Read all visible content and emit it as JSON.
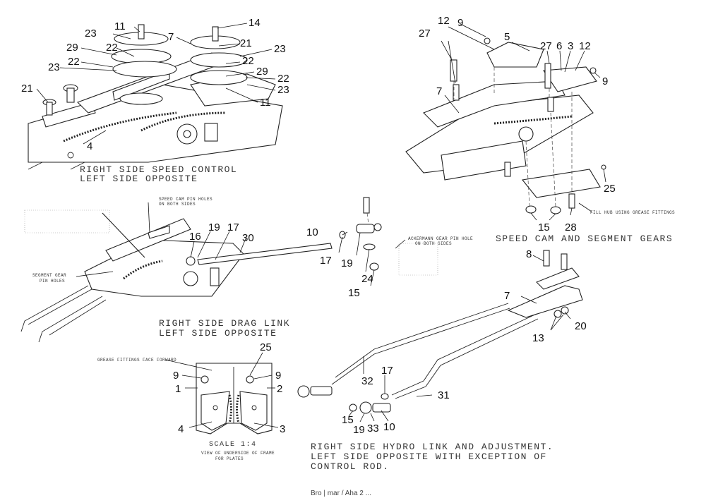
{
  "captions": {
    "speed_control_1": "RIGHT SIDE SPEED CONTROL",
    "speed_control_2": "LEFT SIDE OPPOSITE",
    "speed_cam": "SPEED CAM AND SEGMENT GEARS",
    "drag_link_1": "RIGHT SIDE DRAG LINK",
    "drag_link_2": "LEFT SIDE OPPOSITE",
    "hydro_1": "RIGHT SIDE HYDRO LINK AND ADJUSTMENT.",
    "hydro_2": "LEFT SIDE OPPOSITE WITH EXCEPTION OF",
    "hydro_3": "CONTROL ROD.",
    "scale": "SCALE 1:4",
    "underside_1": "VIEW OF UNDERSIDE OF FRAME",
    "underside_2": "FOR PLATES"
  },
  "notes": {
    "speed_cam_pin_1": "SPEED CAM PIN HOLES",
    "speed_cam_pin_2": "ON BOTH SIDES",
    "segment_gear_1": "SEGMENT GEAR",
    "segment_gear_2": "PIN HOLES",
    "ackermann_1": "ACKERMANN GEAR PIN HOLE",
    "ackermann_2": "ON BOTH SIDES",
    "fill_hub": "FILL HUB USING GREASE FITTINGS",
    "grease": "GREASE FITTINGS FACE FORWARD"
  },
  "footer": "Bro | mar / Aha 2 ...",
  "callouts": {
    "sc_11a": "11",
    "sc_14": "14",
    "sc_23a": "23",
    "sc_7": "7",
    "sc_21a": "21",
    "sc_23b": "23",
    "sc_29a": "29",
    "sc_22a": "22",
    "sc_22b": "22",
    "sc_23c": "23",
    "sc_29b": "29",
    "sc_22c": "22",
    "sc_21b": "21",
    "sc_23d": "23",
    "sc_11b": "11",
    "sc_4": "4",
    "cam_12a": "12",
    "cam_9a": "9",
    "cam_27a": "27",
    "cam_5": "5",
    "cam_27b": "27",
    "cam_6": "6",
    "cam_3": "3",
    "cam_12b": "12",
    "cam_9b": "9",
    "cam_7": "7",
    "cam_25": "25",
    "cam_15": "15",
    "cam_28": "28",
    "dl_10": "10",
    "dl_16": "16",
    "dl_19a": "19",
    "dl_17a": "17",
    "dl_30": "30",
    "dl_17b": "17",
    "dl_19b": "19",
    "dl_24": "24",
    "dl_15": "15",
    "hy_8": "8",
    "hy_7": "7",
    "hy_20": "20",
    "hy_13": "13",
    "hy_32": "32",
    "hy_17": "17",
    "hy_31": "31",
    "hy_15": "15",
    "hy_19": "19",
    "hy_33": "33",
    "hy_10": "10",
    "us_25": "25",
    "us_9a": "9",
    "us_9b": "9",
    "us_1": "1",
    "us_2": "2",
    "us_4": "4",
    "us_3": "3"
  }
}
